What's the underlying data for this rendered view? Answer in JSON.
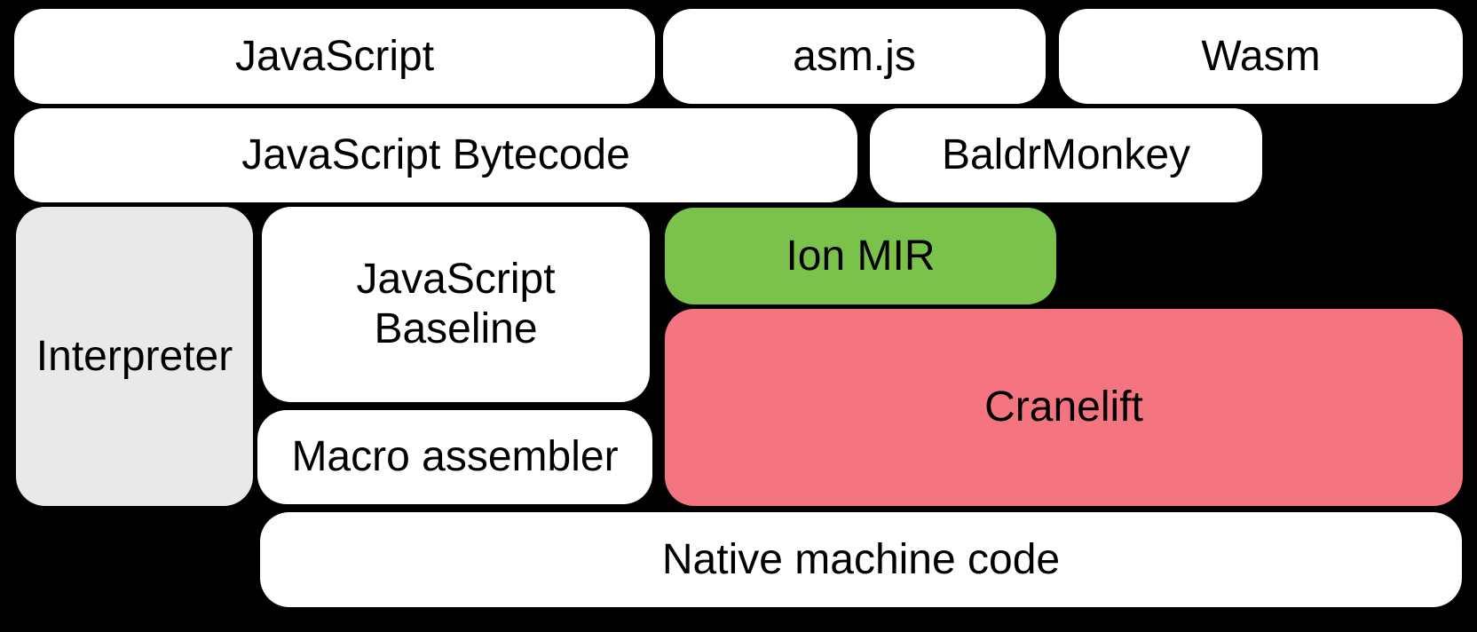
{
  "diagram": {
    "background": "#000000",
    "text_color": "#000000",
    "colors": {
      "default_box": "#ffffff",
      "interpreter_gray": "#e9e9e9",
      "ion_green": "#7ac249",
      "cranelift_pink": "#f4747f"
    },
    "boxes": [
      {
        "label": "JavaScript",
        "bg": "#ffffff"
      },
      {
        "label": "asm.js",
        "bg": "#ffffff"
      },
      {
        "label": "Wasm",
        "bg": "#ffffff"
      },
      {
        "label": "JavaScript Bytecode",
        "bg": "#ffffff"
      },
      {
        "label": "BaldrMonkey",
        "bg": "#ffffff"
      },
      {
        "label": "Interpreter",
        "bg": "#e9e9e9"
      },
      {
        "label": "JavaScript\nBaseline",
        "bg": "#ffffff"
      },
      {
        "label": "Ion MIR",
        "bg": "#7ac249"
      },
      {
        "label": "Cranelift",
        "bg": "#f4747f"
      },
      {
        "label": "Macro assembler",
        "bg": "#ffffff"
      },
      {
        "label": "Native machine code",
        "bg": "#ffffff"
      }
    ]
  }
}
